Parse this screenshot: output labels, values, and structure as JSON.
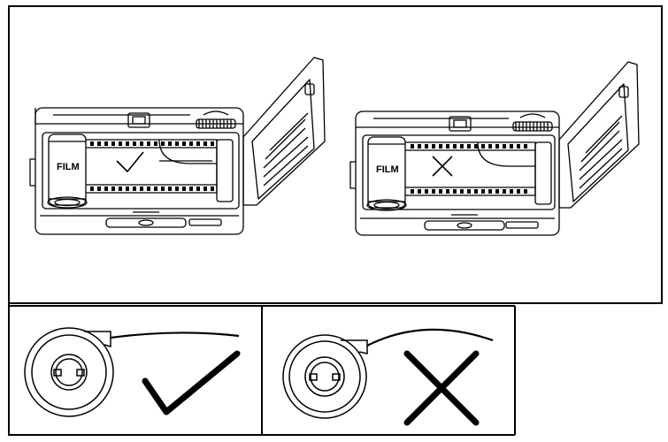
{
  "figure": {
    "panels": [
      {
        "id": "camera-correct",
        "film_label": "FILM",
        "verdict": "correct",
        "verdict_icon": "check-mark-icon"
      },
      {
        "id": "camera-incorrect",
        "film_label": "FILM",
        "verdict": "incorrect",
        "verdict_icon": "cross-mark-icon"
      },
      {
        "id": "canister-correct",
        "leader": "flat",
        "verdict": "correct",
        "verdict_icon": "check-mark-icon"
      },
      {
        "id": "canister-incorrect",
        "leader": "curled",
        "verdict": "incorrect",
        "verdict_icon": "cross-mark-icon"
      }
    ],
    "colors": {
      "line": "#000000",
      "background": "#ffffff"
    }
  }
}
